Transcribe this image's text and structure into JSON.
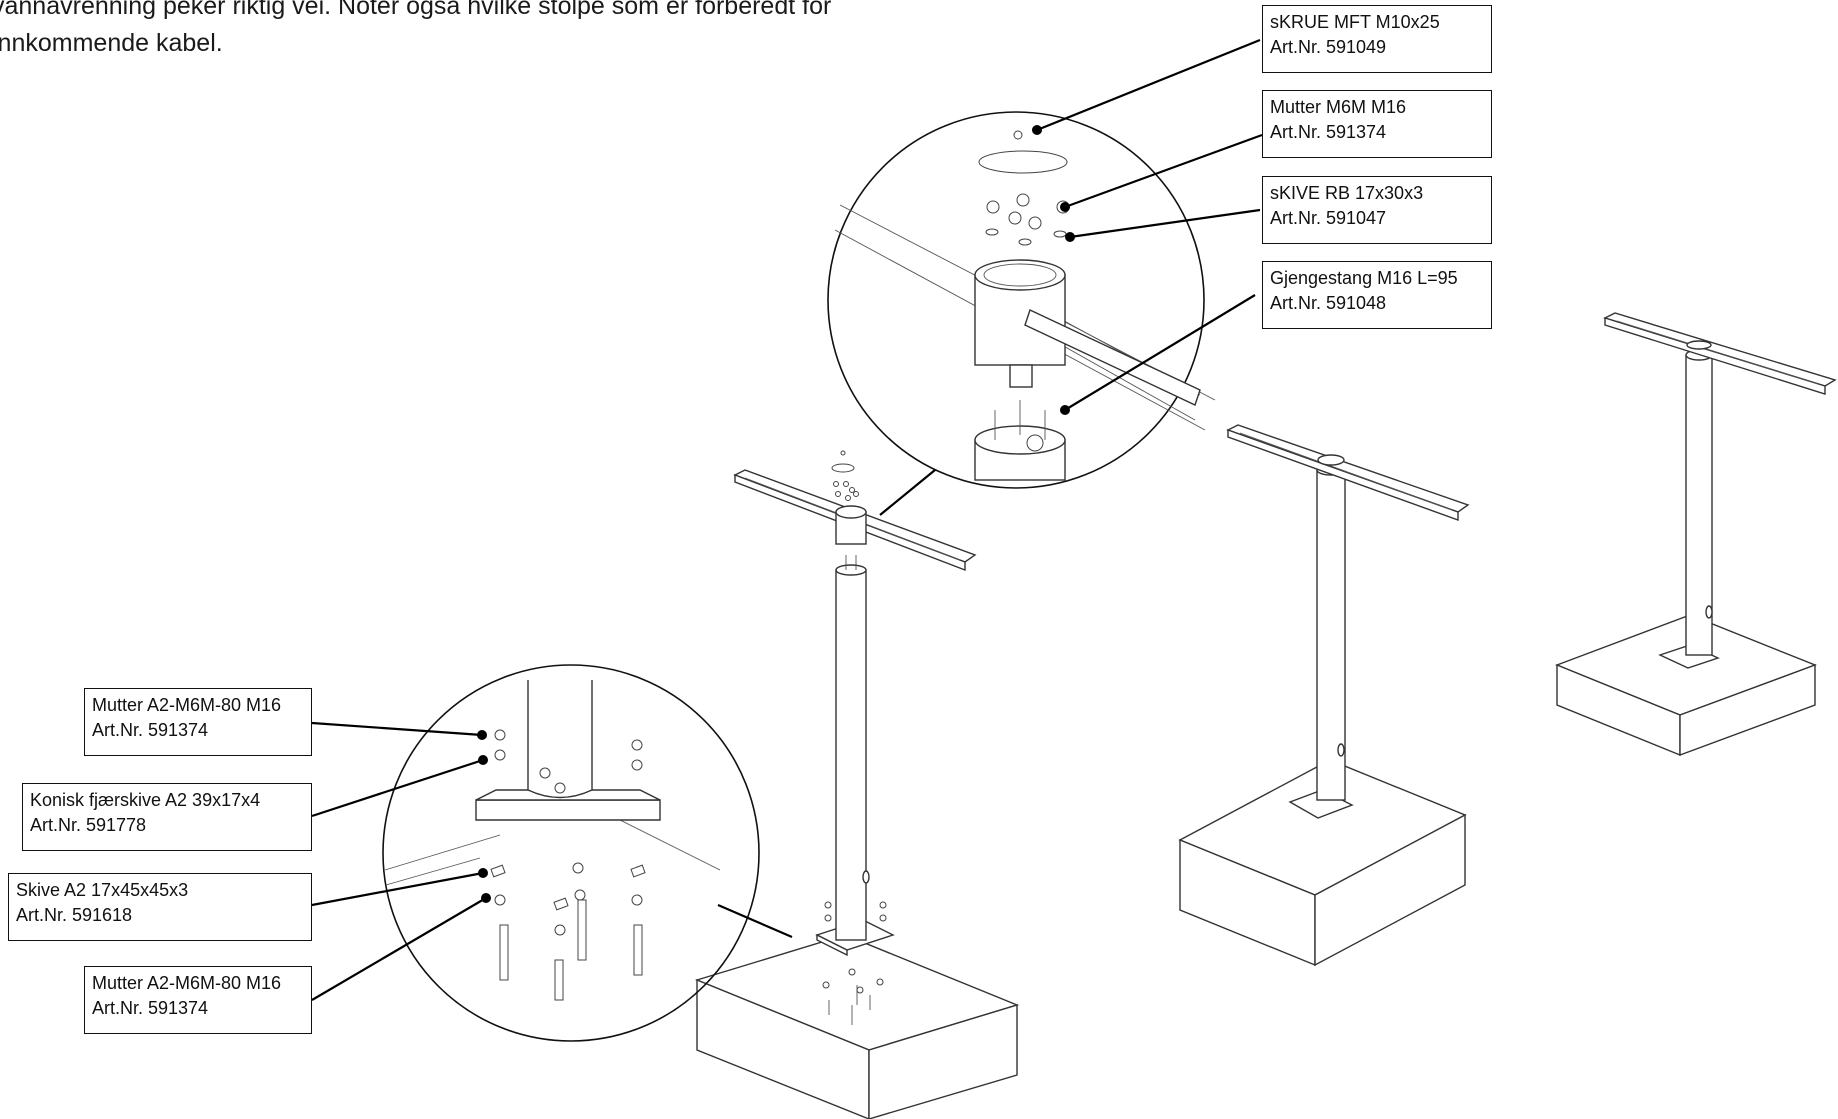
{
  "intro": {
    "line1": "vannavrenning peker riktig vei. Noter også hvilke stolpe som er forberedt for",
    "line2": "innkommende kabel."
  },
  "callouts_top": [
    {
      "name": "Skrue MFT M10x25",
      "line1": "sKRUE MFT M10x25",
      "line2": "Art.Nr. 591049"
    },
    {
      "name": "Mutter M6M M16",
      "line1": "Mutter M6M M16",
      "line2": "Art.Nr. 591374"
    },
    {
      "name": "Skive RB 17x30x3",
      "line1": "sKIVE RB 17x30x3",
      "line2": "Art.Nr. 591047"
    },
    {
      "name": "Gjengestang M16 L=95",
      "line1": "Gjengestang M16 L=95",
      "line2": "Art.Nr. 591048"
    }
  ],
  "callouts_left": [
    {
      "name": "Mutter A2-M6M-80 M16 top",
      "line1": "Mutter A2-M6M-80 M16",
      "line2": "Art.Nr. 591374"
    },
    {
      "name": "Konisk fjærskive",
      "line1": "Konisk fjærskive A2 39x17x4",
      "line2": "Art.Nr. 591778"
    },
    {
      "name": "Skive A2 17x45x45x3",
      "line1": "Skive A2 17x45x45x3",
      "line2": "Art.Nr.  591618"
    },
    {
      "name": "Mutter A2-M6M-80 M16 bottom",
      "line1": "Mutter A2-M6M-80 M16",
      "line2": "Art.Nr. 591374"
    }
  ]
}
